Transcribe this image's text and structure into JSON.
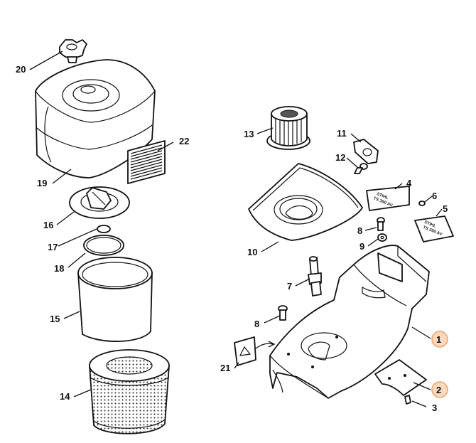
{
  "callouts": [
    {
      "id": "1",
      "text": "1",
      "highlighted": true
    },
    {
      "id": "2",
      "text": "2",
      "highlighted": true
    },
    {
      "id": "3",
      "text": "3"
    },
    {
      "id": "4",
      "text": "4"
    },
    {
      "id": "5",
      "text": "5"
    },
    {
      "id": "6",
      "text": "6"
    },
    {
      "id": "7",
      "text": "7"
    },
    {
      "id": "8a",
      "text": "8"
    },
    {
      "id": "8b",
      "text": "8"
    },
    {
      "id": "9",
      "text": "9"
    },
    {
      "id": "10",
      "text": "10"
    },
    {
      "id": "11",
      "text": "11"
    },
    {
      "id": "12",
      "text": "12"
    },
    {
      "id": "13",
      "text": "13"
    },
    {
      "id": "14",
      "text": "14"
    },
    {
      "id": "15",
      "text": "15"
    },
    {
      "id": "16",
      "text": "16"
    },
    {
      "id": "17",
      "text": "17"
    },
    {
      "id": "18",
      "text": "18"
    },
    {
      "id": "19",
      "text": "19"
    },
    {
      "id": "20",
      "text": "20"
    },
    {
      "id": "21",
      "text": "21"
    },
    {
      "id": "22",
      "text": "22"
    }
  ],
  "decal_text": {
    "brand": "STIHL",
    "model": "TS 350 AV"
  },
  "colors": {
    "highlight_fill": "#fbd9bf",
    "highlight_stroke": "#e8a26a",
    "line": "#111111"
  }
}
